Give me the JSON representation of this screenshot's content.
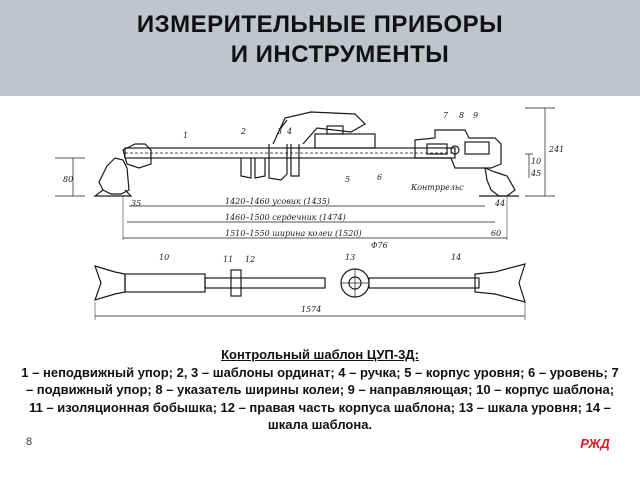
{
  "header": {
    "title_line1": "ИЗМЕРИТЕЛЬНЫЕ  ПРИБОРЫ",
    "title_line2": "И  ИНСТРУМЕНТЫ"
  },
  "drawing": {
    "part_numbers": [
      "1",
      "2",
      "3",
      "4",
      "5",
      "6",
      "7",
      "8",
      "9",
      "10",
      "11",
      "12",
      "13",
      "14"
    ],
    "labels": {
      "kontrrels": "Контррельс",
      "dim_80": "80",
      "dim_35": "35",
      "dim_44": "44",
      "dim_60": "60",
      "dim_241": "241",
      "dim_10": "10",
      "dim_45": "45",
      "dim_phi76": "Φ76",
      "dim_1574": "1574",
      "dim_usovik": "1420–1460  усовик (1435)",
      "dim_serdechnik": "1460–1500 сердечник (1474)",
      "dim_shirina": "1510–1550 ширина колеи (1520)"
    },
    "colors": {
      "line": "#1a1a1a"
    }
  },
  "caption": {
    "title": "Контрольный шаблон ЦУП-3Д:",
    "text": "1 – неподвижный упор; 2, 3 – шаблоны ординат; 4 – ручка; 5 – корпус уровня; 6 – уровень; 7 – подвижный упор; 8 – указатель ширины колеи; 9 – направляющая; 10 – корпус шаблона; 11 – изоляционная бобышка; 12 – правая часть корпуса шаблона; 13 – шкала уровня; 14 – шкала шаблона."
  },
  "footer": {
    "page_number": "8",
    "logo_text": "РЖД",
    "logo_color": "#e21a1a"
  }
}
